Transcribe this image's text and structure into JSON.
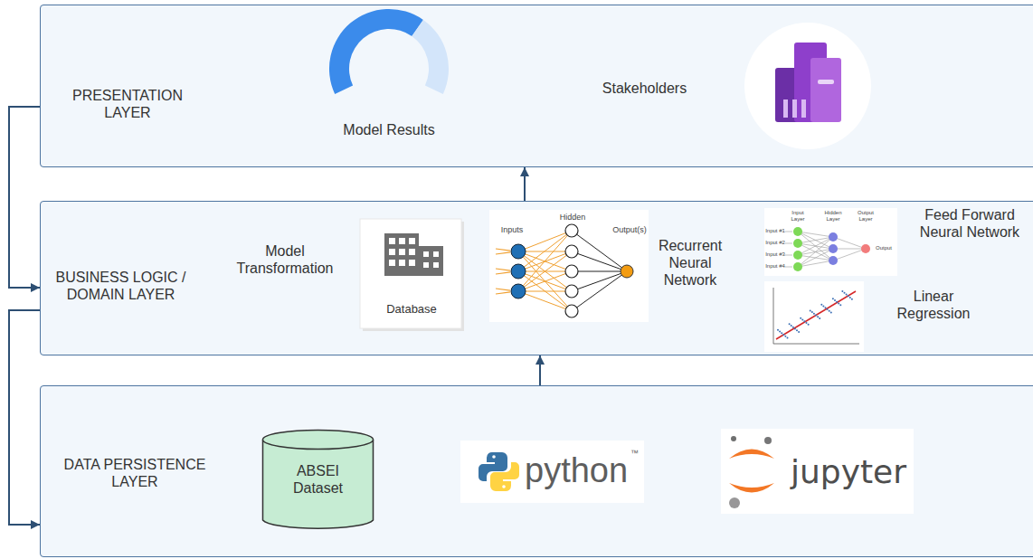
{
  "diagram": {
    "nodes": [
      {
        "text": [
          "PRESENTATION LAYER"
        ]
      },
      {
        "text": [
          "BUSINESS LOGIC / DOMAIN LAYER"
        ]
      },
      {
        "text": [
          "Database"
        ],
        "in": 1
      },
      {
        "text": [
          "DATA PERSISTENCE LAYER"
        ]
      },
      {
        "text": [
          "ABSEI Dataset"
        ],
        "in": 3
      },
      {
        "text": [
          "python",
          "™"
        ],
        "in": 3
      },
      {
        "text": [
          "jupyter"
        ],
        "in": 3
      }
    ],
    "edges": [
      {
        "from": 3,
        "to": 1,
        "arrow": "to"
      },
      {
        "from": 1,
        "to": 0,
        "arrow": "to"
      },
      {
        "from": 0,
        "to": 1,
        "arrow": "to"
      },
      {
        "from": 1,
        "to": 3,
        "arrow": "to"
      }
    ],
    "labels": [
      "Model Results",
      "Stakeholders",
      "Model Transformation",
      "Inputs",
      "Hidden",
      "Output(s)",
      "Recurrent Neural Network",
      "Input Layer",
      "Hidden Layer",
      "Output Layer",
      "Input #1",
      "Input #2",
      "Input #3",
      "Input #4",
      "Output",
      "Feed Forward Neural Network",
      "Linear Regression"
    ]
  }
}
